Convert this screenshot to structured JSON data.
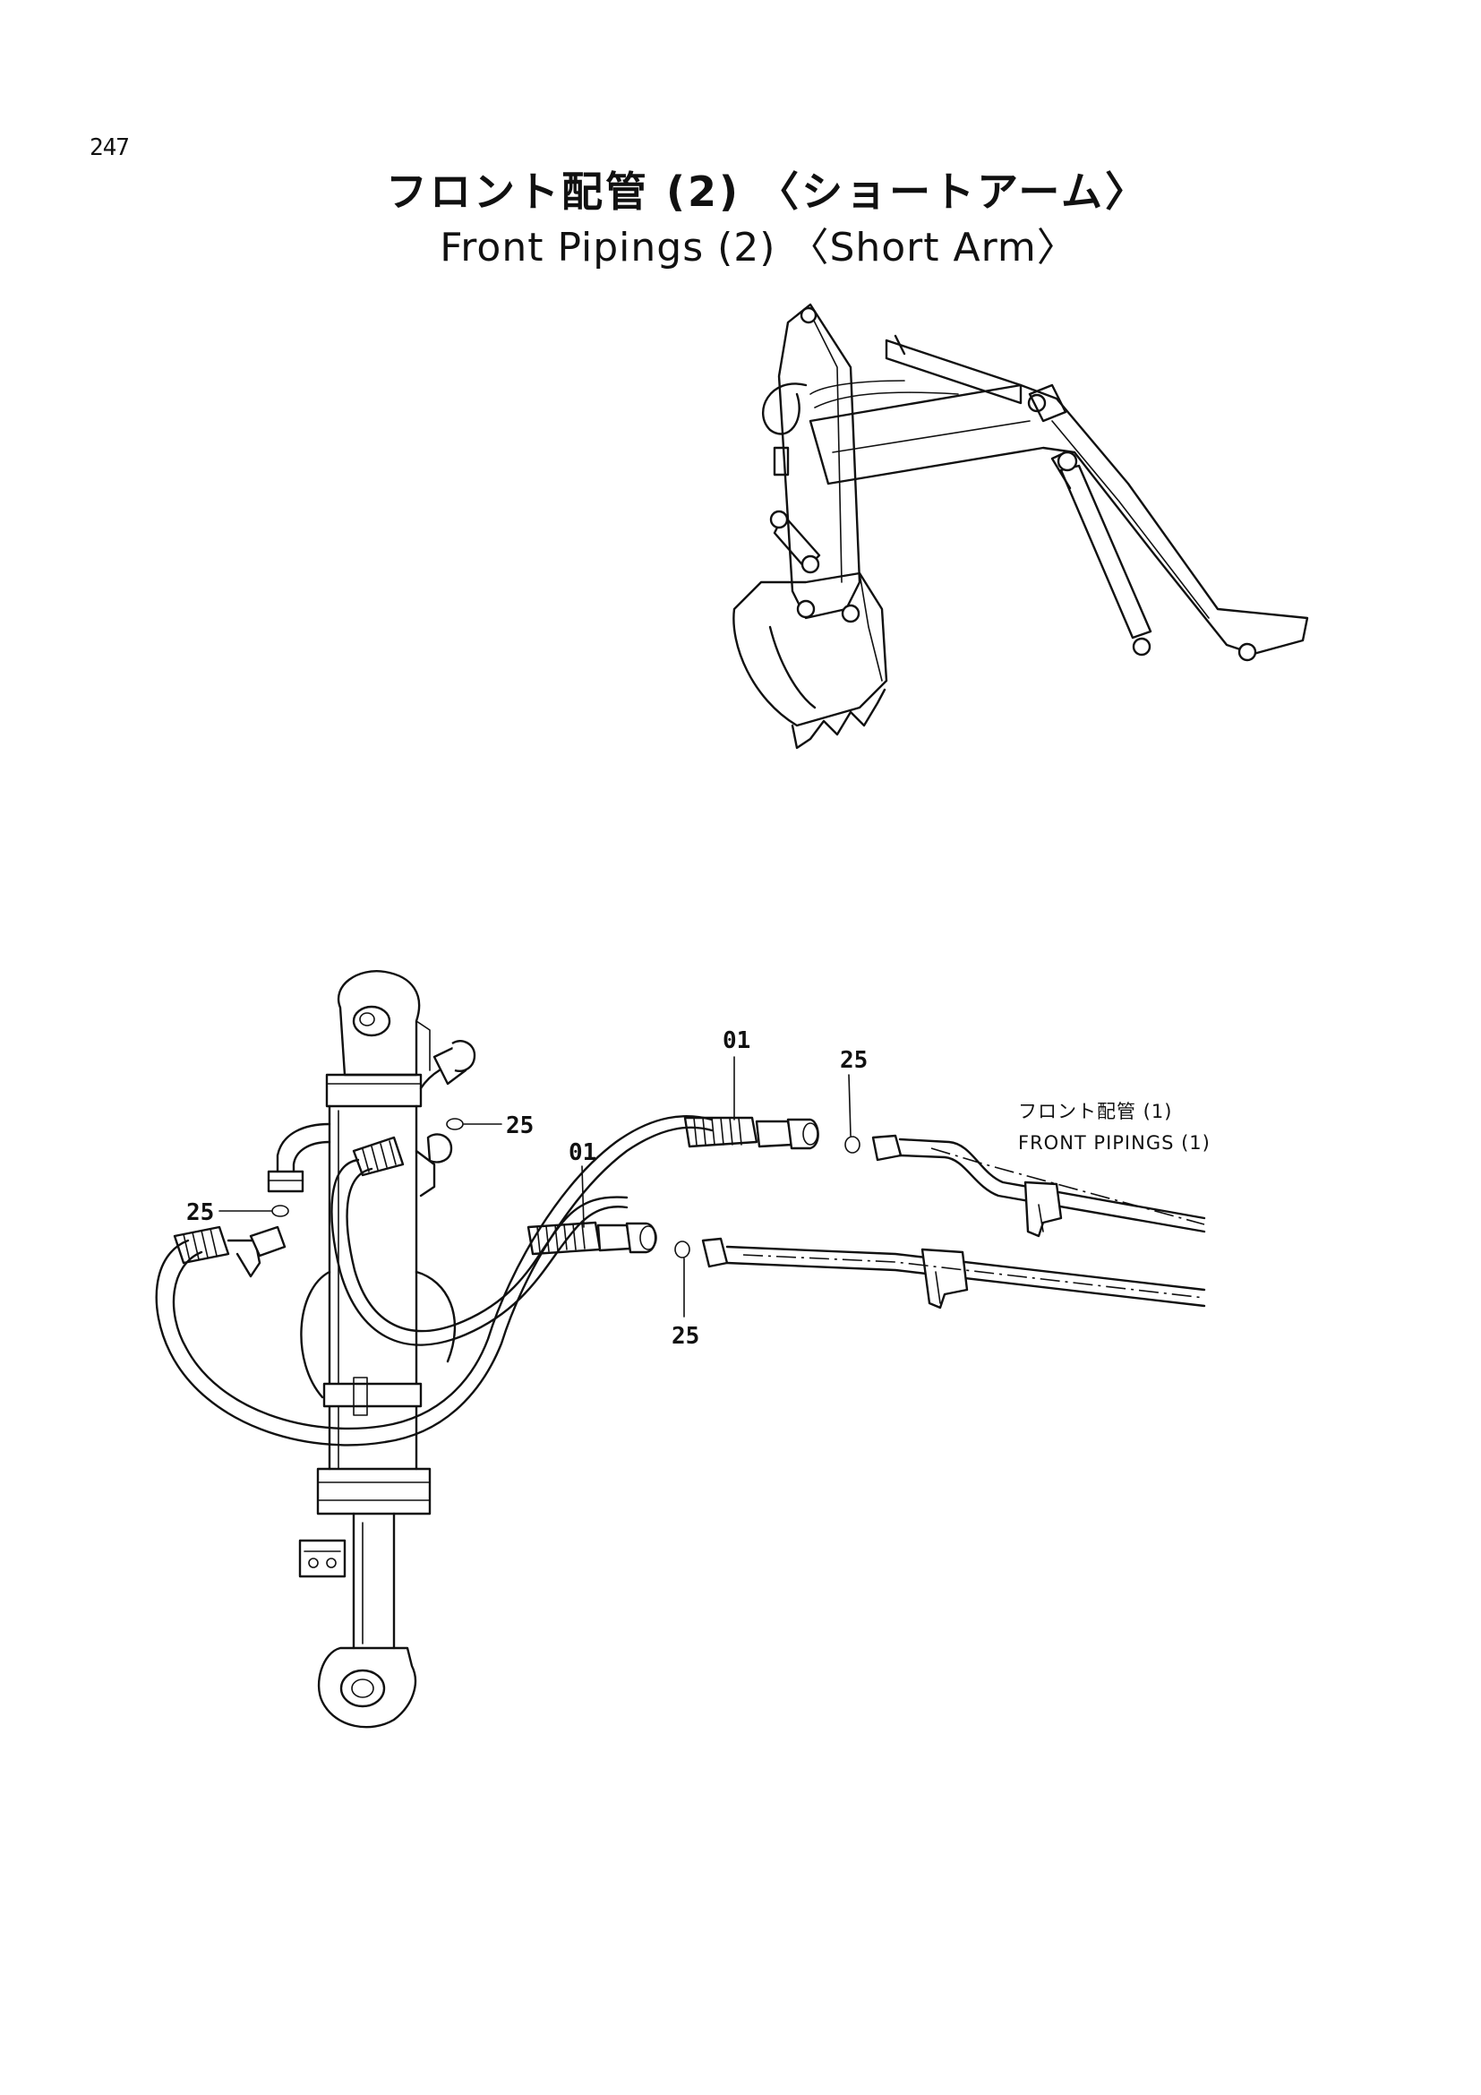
{
  "page_number": "247",
  "title_jp": "フロント配管 (2) 〈ショートアーム〉",
  "title_en": "Front Pipings (2) 〈Short Arm〉",
  "callouts": {
    "hose_upper": "01",
    "hose_lower": "01",
    "oring_top_right": "25",
    "oring_cylinder_top": "25",
    "oring_cylinder_left": "25",
    "oring_bottom_right": "25"
  },
  "reference_note": {
    "jp": "フロント配管 (1)",
    "en": "FRONT PIPINGS (1)"
  }
}
